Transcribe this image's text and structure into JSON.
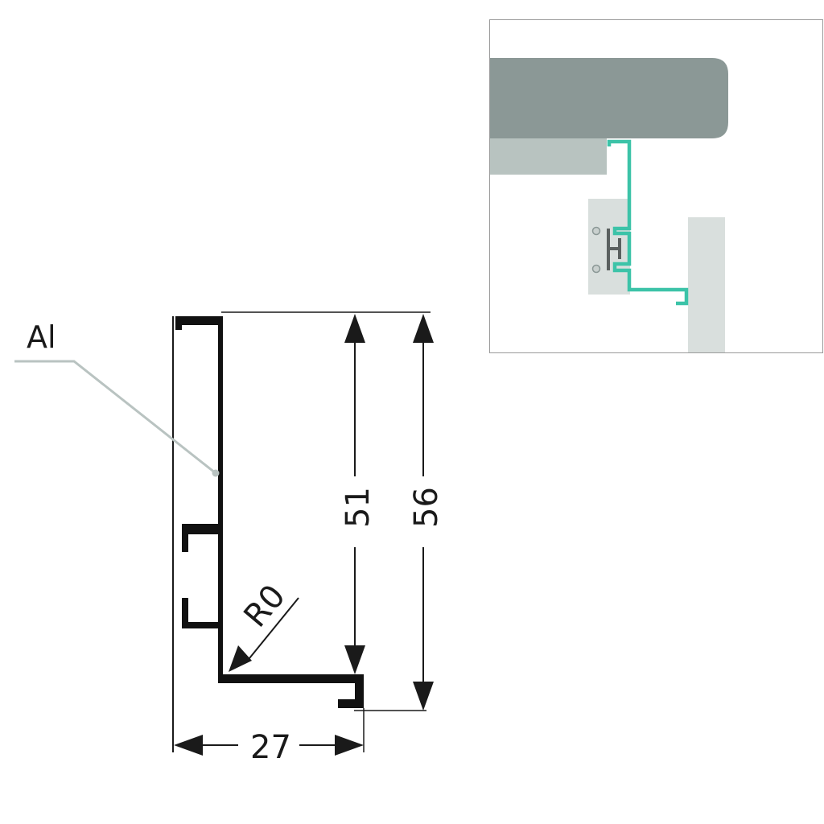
{
  "material_label": "Al",
  "dimensions": {
    "width": "27",
    "inner_height": "51",
    "total_height": "56",
    "radius": "R0"
  },
  "colors": {
    "profile": "#111111",
    "leader": "#b9c3c1",
    "countertop": "#8b9896",
    "light_panel": "#b8c3c0",
    "wall_panel": "#d9dfdd",
    "highlight_profile": "#3cc3a8",
    "frame": "#9a9a9a"
  }
}
